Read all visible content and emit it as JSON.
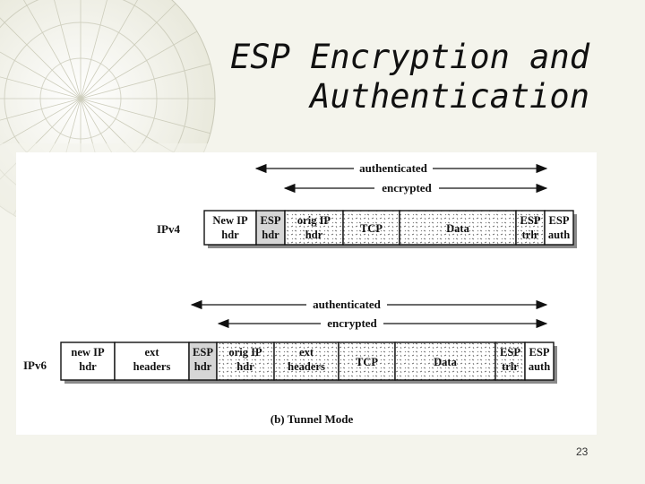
{
  "slide": {
    "title_line1": "ESP Encryption and",
    "title_line2": "Authentication",
    "page_number": "23"
  },
  "diagram": {
    "caption": "(b) Tunnel Mode",
    "ipv4": {
      "label": "IPv4",
      "authenticated_label": "authenticated",
      "encrypted_label": "encrypted",
      "fields": [
        {
          "line1": "New IP",
          "line2": "hdr",
          "style": "plain"
        },
        {
          "line1": "ESP",
          "line2": "hdr",
          "style": "shaded"
        },
        {
          "line1": "orig IP",
          "line2": "hdr",
          "style": "dotted"
        },
        {
          "line1": "TCP",
          "line2": "",
          "style": "dotted"
        },
        {
          "line1": "Data",
          "line2": "",
          "style": "dotted"
        },
        {
          "line1": "ESP",
          "line2": "trlr",
          "style": "dotted"
        },
        {
          "line1": "ESP",
          "line2": "auth",
          "style": "plain"
        }
      ]
    },
    "ipv6": {
      "label": "IPv6",
      "authenticated_label": "authenticated",
      "encrypted_label": "encrypted",
      "fields": [
        {
          "line1": "new IP",
          "line2": "hdr",
          "style": "plain"
        },
        {
          "line1": "ext",
          "line2": "headers",
          "style": "plain"
        },
        {
          "line1": "ESP",
          "line2": "hdr",
          "style": "shaded"
        },
        {
          "line1": "orig IP",
          "line2": "hdr",
          "style": "dotted"
        },
        {
          "line1": "ext",
          "line2": "headers",
          "style": "dotted"
        },
        {
          "line1": "TCP",
          "line2": "",
          "style": "dotted"
        },
        {
          "line1": "Data",
          "line2": "",
          "style": "dotted"
        },
        {
          "line1": "ESP",
          "line2": "trlr",
          "style": "dotted"
        },
        {
          "line1": "ESP",
          "line2": "auth",
          "style": "plain"
        }
      ]
    }
  }
}
